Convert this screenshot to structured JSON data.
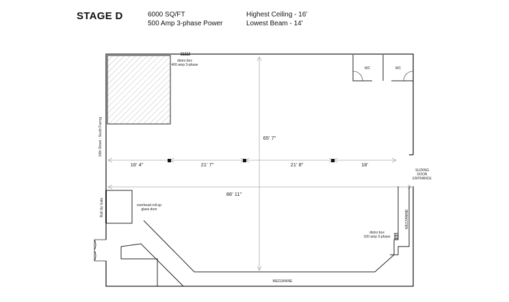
{
  "header": {
    "title": "STAGE D",
    "area": "6000 SQ/FT",
    "power": "500 Amp 3-phase Power",
    "ceiling": "Highest Ceiling - 16'",
    "beam": "Lowest Beam - 14'"
  },
  "plan": {
    "distro_top_line1": "distro box",
    "distro_top_line2": "400 amp 3-phase",
    "wc1": "WC",
    "wc2": "WC",
    "street": "14th Street : South Facing",
    "height_dim": "65' 7\"",
    "seg1": "16' 4\"",
    "seg2": "21' 7\"",
    "seg3": "21' 8\"",
    "seg4": "18'",
    "width_dim": "86' 11\"",
    "entrance_line1": "SLIDING",
    "entrance_line2": "DOOR",
    "entrance_line3": "ENTRANCE",
    "rollup_gate": "Roll Up Gate",
    "overhead_line1": "overhead roll-up",
    "overhead_line2": "glass door",
    "mezzanine_right": "MEZZANINE",
    "distro_bottom_line1": "distro box",
    "distro_bottom_line2": "100 amp 3-phase",
    "mezzanine_bottom": "MEZZANINE"
  }
}
